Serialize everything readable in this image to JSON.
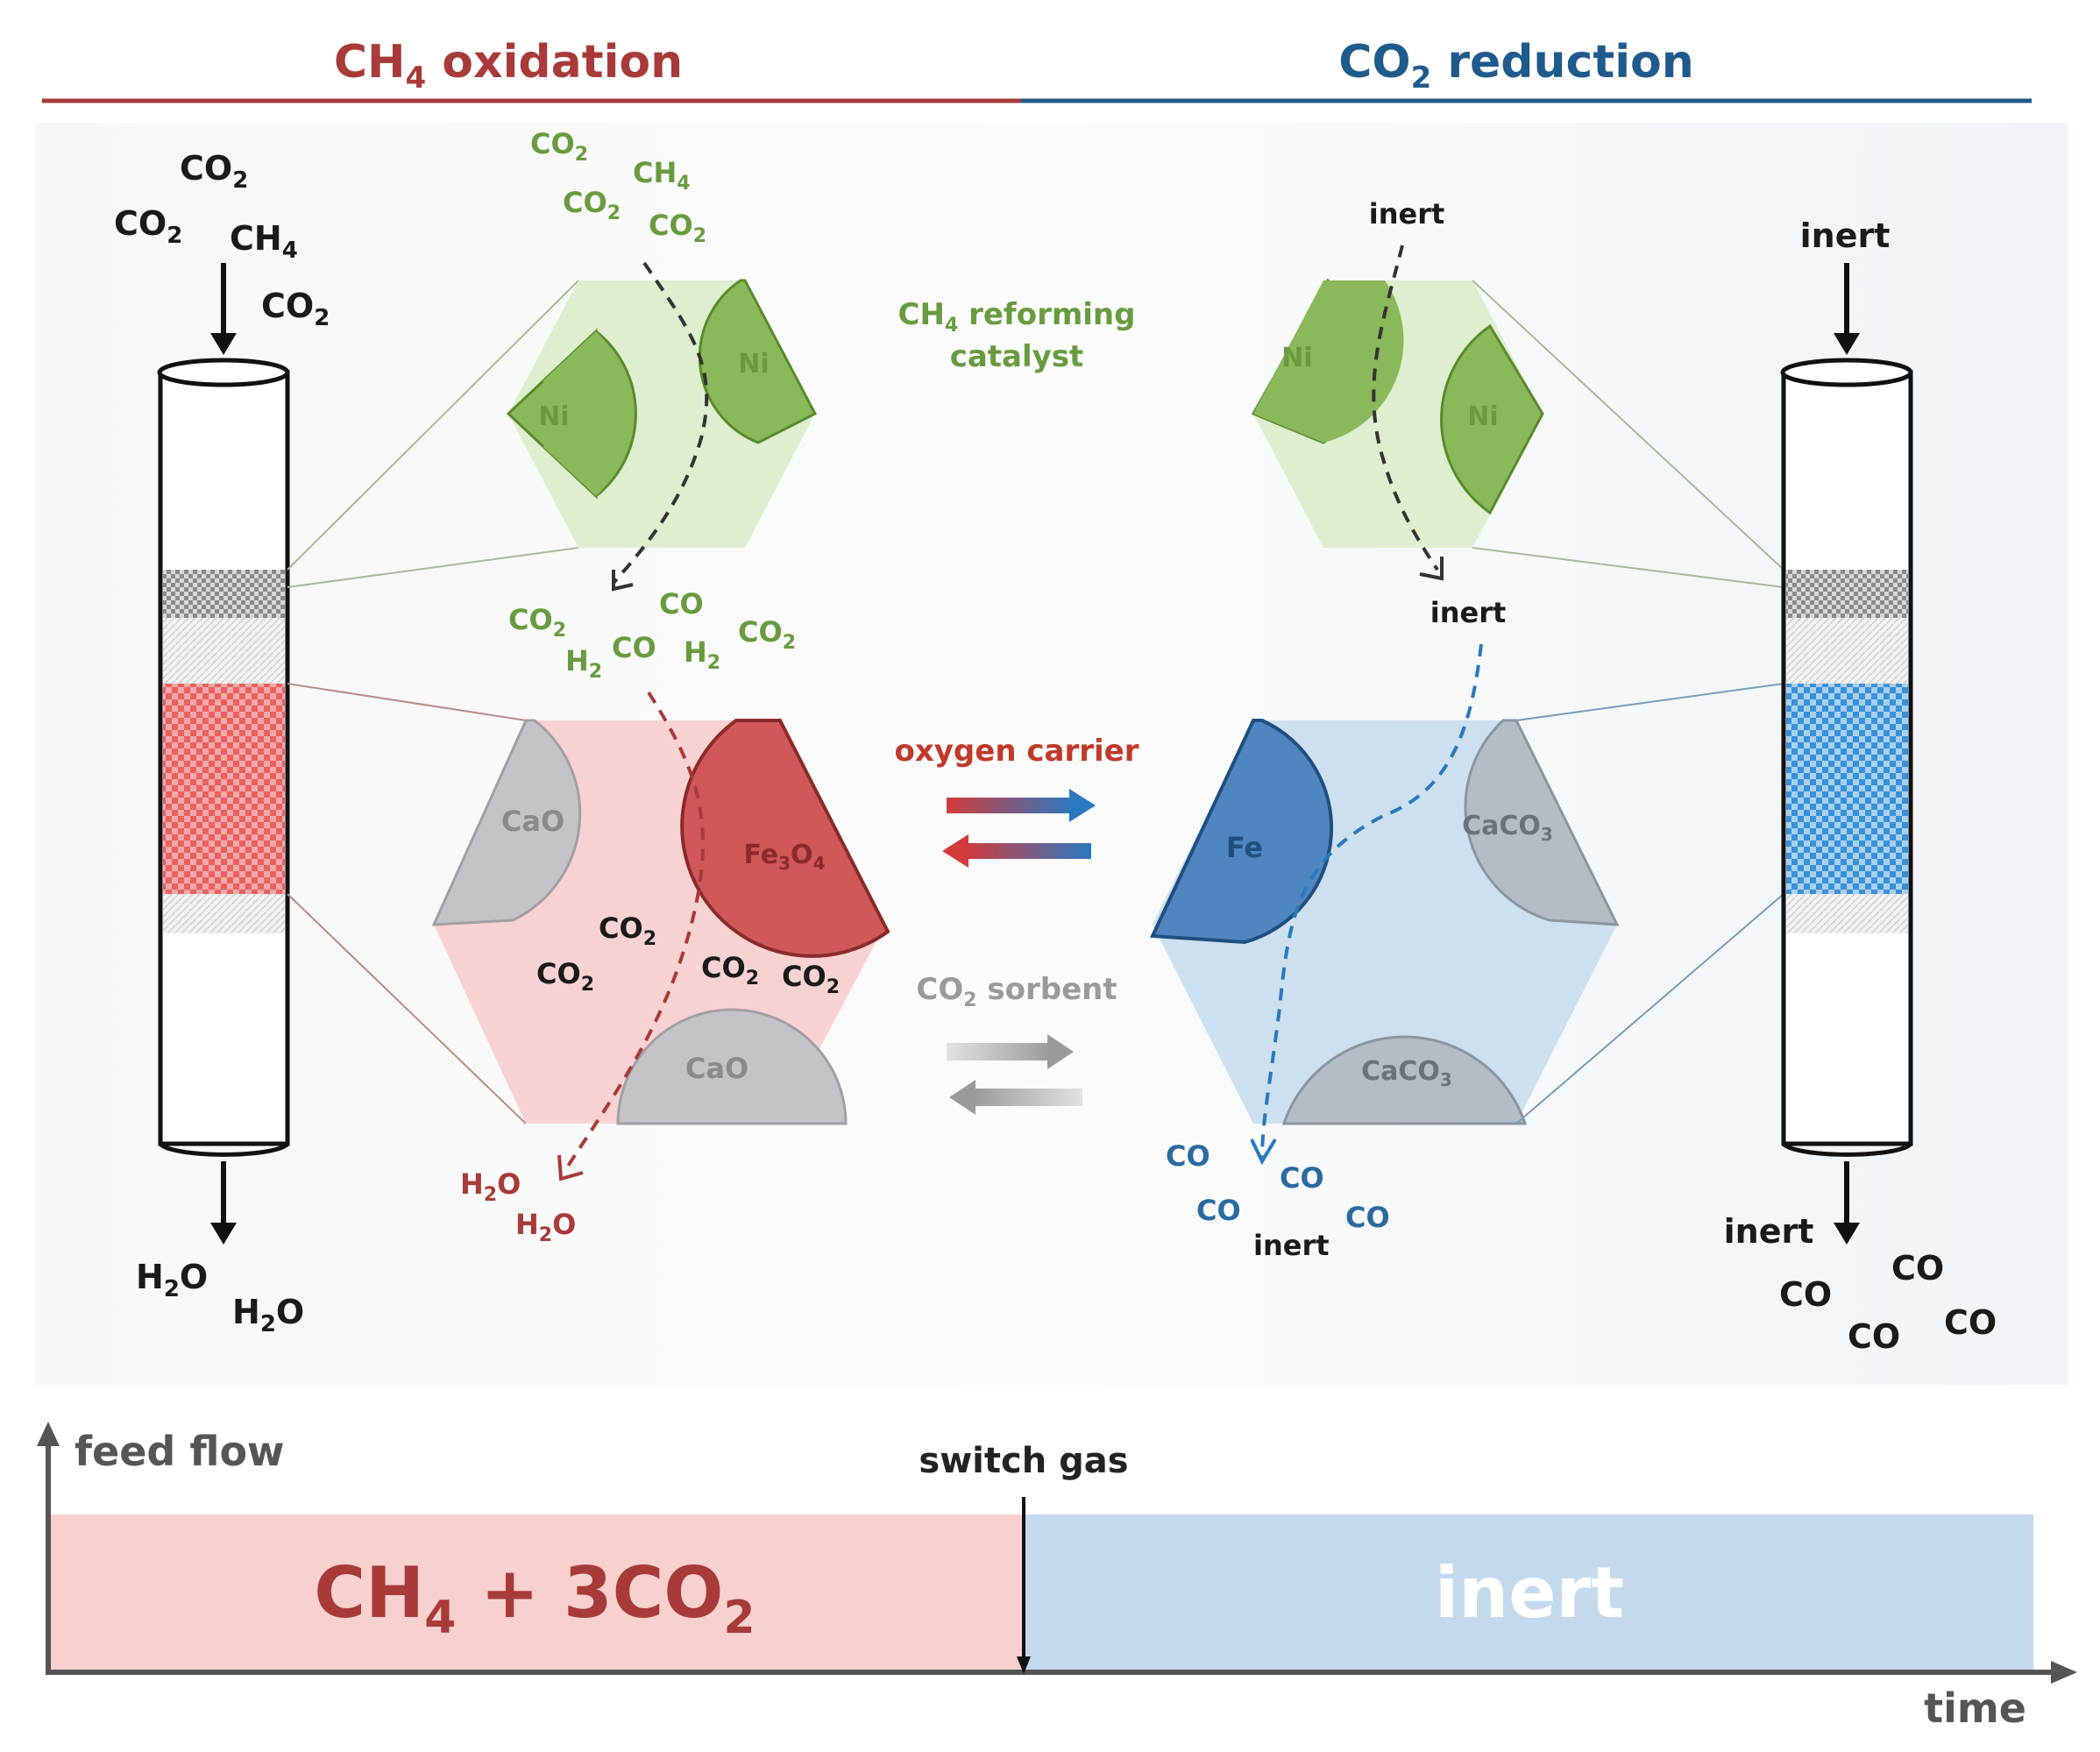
{
  "header": {
    "left_title": {
      "main": "CH",
      "sub": "4",
      "rest": " oxidation"
    },
    "right_title": {
      "main": "CO",
      "sub": "2",
      "rest": " reduction"
    }
  },
  "colors": {
    "oxidation": "#a83a3a",
    "reduction": "#1f5a8c",
    "catalyst_green": "#6a9a3f",
    "oxidation_fill": "#f8d0d0",
    "reduction_fill": "#cde0f0",
    "sorbent_grey": "#c4c4c8"
  },
  "left_reactor": {
    "inlet": [
      {
        "main": "CO",
        "sub": "2"
      },
      {
        "main": "CO",
        "sub": "2"
      },
      {
        "main": "CH",
        "sub": "4"
      },
      {
        "main": "CO",
        "sub": "2"
      }
    ],
    "outlet": [
      {
        "main": "H",
        "sub": "2",
        "rest": "O"
      },
      {
        "main": "H",
        "sub": "2",
        "rest": "O"
      }
    ]
  },
  "right_reactor": {
    "inlet": [
      {
        "main": "inert"
      }
    ],
    "outlet": [
      {
        "main": "inert"
      },
      {
        "main": "CO"
      },
      {
        "main": "CO"
      },
      {
        "main": "CO"
      },
      {
        "main": "CO"
      }
    ]
  },
  "left_catalyst": {
    "gases_in": [
      {
        "main": "CO",
        "sub": "2"
      },
      {
        "main": "CH",
        "sub": "4"
      },
      {
        "main": "CO",
        "sub": "2"
      },
      {
        "main": "CO",
        "sub": "2"
      }
    ],
    "particles": [
      "Ni",
      "Ni"
    ],
    "gases_out": [
      {
        "main": "CO",
        "sub": "2"
      },
      {
        "main": "CO"
      },
      {
        "main": "H",
        "sub": "2"
      },
      {
        "main": "CO"
      },
      {
        "main": "H",
        "sub": "2"
      },
      {
        "main": "CO",
        "sub": "2"
      }
    ]
  },
  "catalyst_label": {
    "line1_main": "CH",
    "line1_sub": "4",
    "line1_rest": " reforming",
    "line2": "catalyst"
  },
  "left_carrier": {
    "particles": [
      {
        "main": "CaO"
      },
      {
        "main": "Fe",
        "sub": "3",
        "rest": "O",
        "sub2": "4"
      },
      {
        "main": "CaO"
      }
    ],
    "captured": [
      {
        "main": "CO",
        "sub": "2"
      },
      {
        "main": "CO",
        "sub": "2"
      },
      {
        "main": "CO",
        "sub": "2"
      },
      {
        "main": "CO",
        "sub": "2"
      }
    ],
    "gases_out": [
      {
        "main": "H",
        "sub": "2",
        "rest": "O"
      },
      {
        "main": "H",
        "sub": "2",
        "rest": "O"
      }
    ]
  },
  "right_catalyst": {
    "gas_in": "inert",
    "particles": [
      "Ni",
      "Ni"
    ],
    "gas_out": "inert"
  },
  "right_carrier": {
    "particles": [
      {
        "main": "Fe"
      },
      {
        "main": "CaCO",
        "sub": "3"
      },
      {
        "main": "CaCO",
        "sub": "3"
      }
    ],
    "gases_out": [
      "CO",
      "CO",
      "CO",
      "inert",
      "CO"
    ]
  },
  "middle": {
    "oxygen_carrier": "oxygen carrier",
    "sorbent": {
      "main": "CO",
      "sub": "2",
      "rest": " sorbent"
    }
  },
  "timeline": {
    "y_label": "feed flow",
    "x_label": "time",
    "switch_label": "switch gas",
    "phase1": {
      "main": "CH",
      "sub": "4",
      "rest": " + 3CO",
      "sub2": "2"
    },
    "phase2": "inert"
  }
}
